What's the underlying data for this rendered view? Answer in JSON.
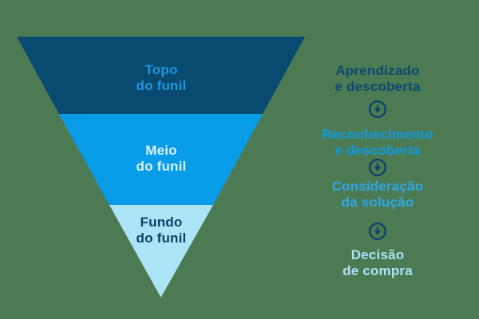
{
  "colors": {
    "background": "#4c7b53",
    "stage_top_fill": "#084a70",
    "stage_middle_fill": "#099ce8",
    "stage_bottom_fill": "#ace4f7",
    "stage_top_text": "#1e96e0",
    "stage_middle_text": "#d9effc",
    "stage_bottom_text": "#0b436b",
    "list_label_1": "#0a4a73",
    "list_label_2": "#0d9ae4",
    "list_label_3": "#2fa7e8",
    "list_label_4": "#abe3f7",
    "arrow_icon": "#0b436b"
  },
  "funnel": {
    "stages": [
      {
        "name": "top",
        "label": "Topo\ndo funil",
        "fill": "#084a70"
      },
      {
        "name": "middle",
        "label": "Meio\ndo funil",
        "fill": "#099ce8"
      },
      {
        "name": "bottom",
        "label": "Fundo\ndo funil",
        "fill": "#ace4f7"
      }
    ]
  },
  "stages_list": {
    "arrow_icon": "arrow-down-circle",
    "items": [
      {
        "label": "Aprendizado\ne descoberta"
      },
      {
        "label": "Reconhecimento\ne descoberta"
      },
      {
        "label": "Consideração\nda solução"
      },
      {
        "label": "Decisão\nde compra"
      }
    ]
  }
}
